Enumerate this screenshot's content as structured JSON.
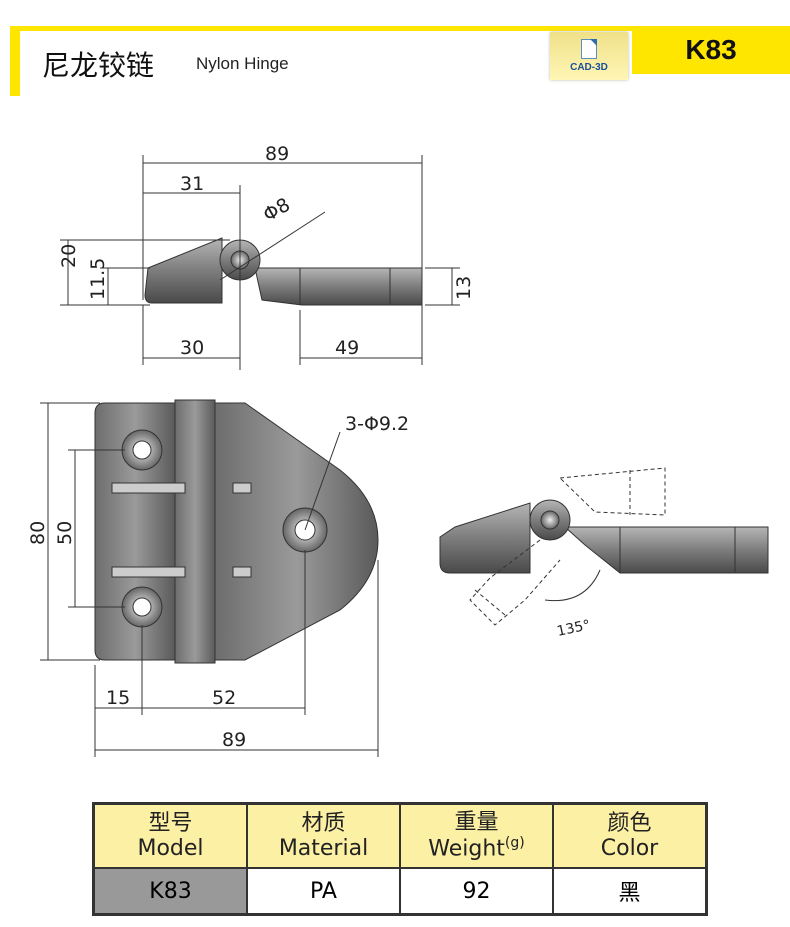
{
  "header": {
    "title_cn": "尼龙铰链",
    "title_en": "Nylon Hinge",
    "cad_label": "CAD-3D",
    "model": "K83"
  },
  "side_view": {
    "overall": "89",
    "pivot_offset": "31",
    "pin_diameter": "Φ8",
    "height": "20",
    "pin_height": "11.5",
    "leaf_thickness": "13",
    "left_len": "30",
    "right_len": "49"
  },
  "front_view": {
    "holes": "3-Φ9.2",
    "height": "80",
    "hole_pitch": "50",
    "hole_offset": "15",
    "hole_span": "52",
    "width": "89"
  },
  "rotation_view": {
    "angle": "135°"
  },
  "spec_table": {
    "headers": [
      {
        "cn": "型号",
        "en": "Model"
      },
      {
        "cn": "材质",
        "en": "Material"
      },
      {
        "cn": "重量",
        "en": "Weight",
        "unit": "(g)"
      },
      {
        "cn": "颜色",
        "en": "Color"
      }
    ],
    "row": {
      "model": "K83",
      "material": "PA",
      "weight": "92",
      "color": "黑"
    }
  }
}
